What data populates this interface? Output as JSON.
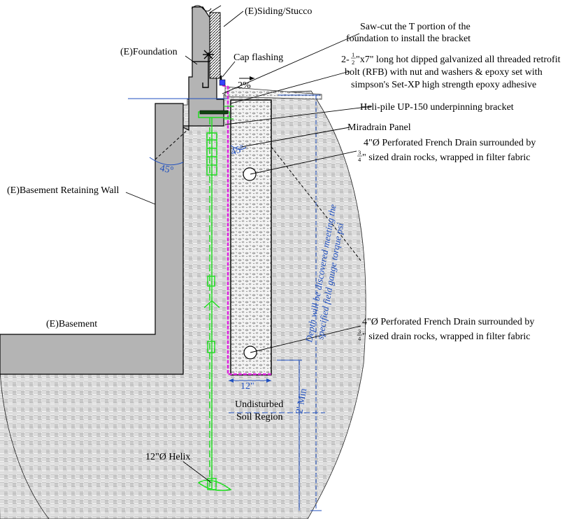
{
  "labels": {
    "siding": "(E)Siding/Stucco",
    "foundation": "(E)Foundation",
    "cap_flashing": "Cap flashing",
    "sawcut_line1": "Saw-cut the T portion of the",
    "sawcut_line2": "foundation to install the bracket",
    "bolt_line1_suffix": "\"x7\" long hot dipped galvanized all threaded retrofit",
    "bolt_line2": "bolt (RFB) with nut and washers & epoxy set with",
    "bolt_line3": "simpson's Set-XP high strength epoxy adhesive",
    "helipile": "Heli-pile UP-150 underpinning bracket",
    "miradrain": "Miradrain Panel",
    "drain_top_line1": "4\"Ø Perforated French Drain surrounded by",
    "drain_top_line2_suffix": "\" sized drain rocks, wrapped in filter fabric",
    "drain_bot_line1": "4\"Ø Perforated French Drain surrounded by",
    "drain_bot_line2_suffix": "\" sized drain rocks, wrapped in filter fabric",
    "retaining_wall": "(E)Basement Retaining Wall",
    "basement": "(E)Basement",
    "undisturbed_line1": "Undisturbed",
    "undisturbed_line2": "Soil Region",
    "helix": "12\"Ø Helix",
    "slope": "2%",
    "angle_left": "45°",
    "angle_right": "45°",
    "width_dim": "12\"",
    "min_dim": "2' Min",
    "depth_line1": "Depth will be discovered meeting the",
    "depth_line2": "specified field gauge torque psi"
  },
  "fractions": {
    "bolt_whole": "2-",
    "bolt_num": "1",
    "bolt_den": "2",
    "rock_num": "3",
    "rock_den": "4"
  },
  "colors": {
    "concrete": "#b4b4b4",
    "pile": "#22dd22",
    "membrane": "#e020e0",
    "dimension": "#1f4fbf",
    "leader": "#000000"
  }
}
